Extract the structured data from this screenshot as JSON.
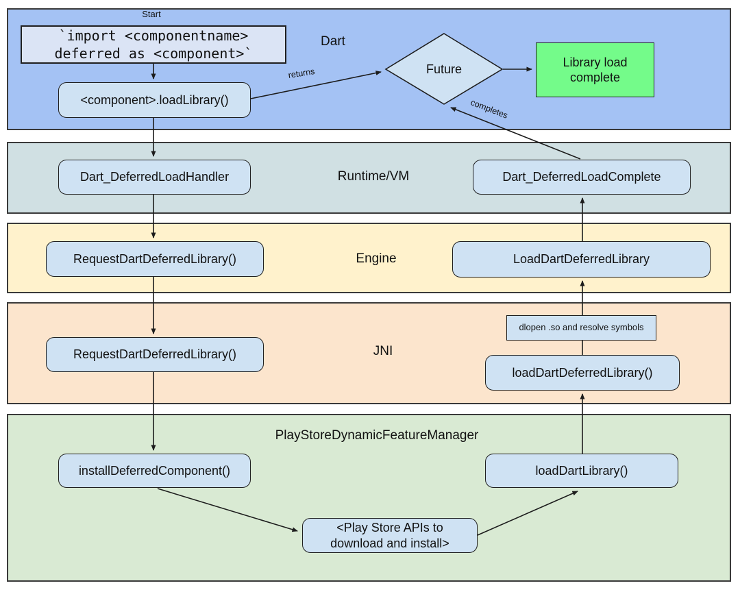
{
  "palette": {
    "band_border": "#3a3a3a",
    "node_border": "#1f1f1f",
    "node_fill": "#cfe2f3",
    "import_fill": "#dbe4f5",
    "success_fill": "#74fb8a",
    "text": "#111111",
    "arrow": "#1d1d1d"
  },
  "bands": [
    {
      "id": "dart",
      "label": "Dart",
      "color": "#a4c2f4"
    },
    {
      "id": "runtime-vm",
      "label": "Runtime/VM",
      "color": "#d0e0e3"
    },
    {
      "id": "engine",
      "label": "Engine",
      "color": "#fff2cc"
    },
    {
      "id": "jni",
      "label": "JNI",
      "color": "#fce5cd"
    },
    {
      "id": "play-store",
      "label": "PlayStoreDynamicFeatureManager",
      "color": "#d9ead3"
    }
  ],
  "nodes": {
    "start_label": "Start",
    "import_statement": "`import <componentname>\ndeferred as <component>`",
    "load_library": "<component>.loadLibrary()",
    "future": "Future",
    "library_load_complete": "Library load complete",
    "dart_deferred_load_handler": "Dart_DeferredLoadHandler",
    "dart_deferred_load_complete": "Dart_DeferredLoadComplete",
    "request_dart_deferred_library": "RequestDartDeferredLibrary()",
    "load_dart_deferred_library": "LoadDartDeferredLibrary",
    "dlopen_note": "dlopen .so and resolve symbols",
    "load_dart_deferred_library_jni": "loadDartDeferredLibrary()",
    "install_deferred_component": "installDeferredComponent()",
    "load_dart_library": "loadDartLibrary()",
    "play_store_apis": "<Play Store APIs to\ndownload and install>"
  },
  "edge_labels": {
    "returns": "returns",
    "completes": "completes"
  }
}
